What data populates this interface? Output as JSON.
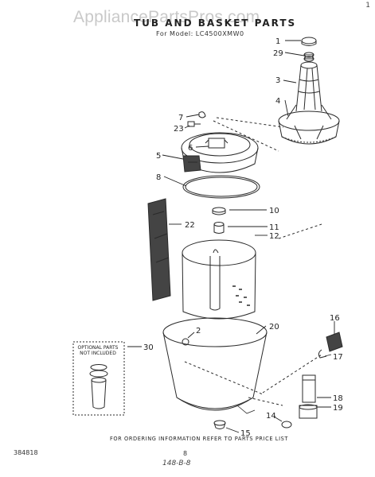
{
  "watermark": "AppliancePartsPros.com",
  "corner_mark": "1",
  "header": {
    "title": "TUB AND BASKET PARTS",
    "model_line": "For Model: LC4500XMW0"
  },
  "callouts": [
    "1",
    "29",
    "3",
    "4",
    "7",
    "23",
    "6",
    "5",
    "8",
    "10",
    "11",
    "12",
    "22",
    "2",
    "20",
    "30",
    "16",
    "17",
    "18",
    "19",
    "14",
    "15"
  ],
  "optional_box": {
    "label_line1": "OPTIONAL PARTS",
    "label_line2": "NOT INCLUDED"
  },
  "footer": {
    "ordering_note": "FOR ORDERING INFORMATION REFER TO PARTS PRICE LIST",
    "doc_number": "384818",
    "page_number": "8",
    "handwritten": "148-B-8"
  }
}
